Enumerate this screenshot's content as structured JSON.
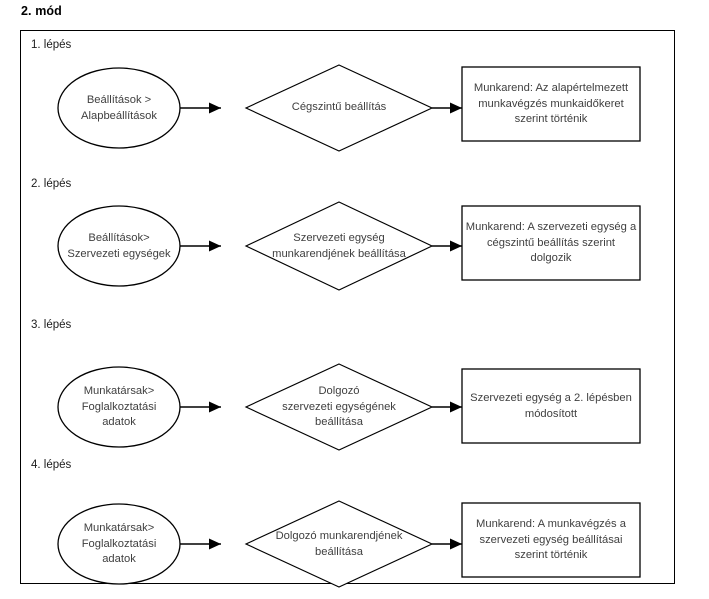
{
  "page": {
    "title": "2. mód"
  },
  "flow": {
    "steps": [
      {
        "label": "1. lépés",
        "source_node": "Beállítások >\nAlapbeállítások",
        "decision_node": "Cégszintű beállítás",
        "result_node": "Munkarend: Az alapértelmezett munkavégzés munkaidőkeret szerint történik"
      },
      {
        "label": "2. lépés",
        "source_node": "Beállítások>\nSzervezeti egységek",
        "decision_node": "Szervezeti egység\nmunkarendjének beállítása",
        "result_node": "Munkarend: A szervezeti egység a cégszintű beállítás szerint dolgozik"
      },
      {
        "label": "3. lépés",
        "source_node": "Munkatársak>\nFoglalkoztatási\nadatok",
        "decision_node": "Dolgozó\nszervezeti egységének\nbeállítása",
        "result_node": "Szervezeti egység a 2. lépésben módosított"
      },
      {
        "label": "4. lépés",
        "source_node": "Munkatársak>\nFoglalkoztatási\nadatok",
        "decision_node": "Dolgozó munkarendjének\nbeállítása",
        "result_node": "Munkarend:  A munkavégzés a szervezeti egység beállításai szerint történik"
      }
    ]
  },
  "colors": {
    "stroke": "#000000",
    "text": "#404040",
    "background": "#ffffff"
  }
}
